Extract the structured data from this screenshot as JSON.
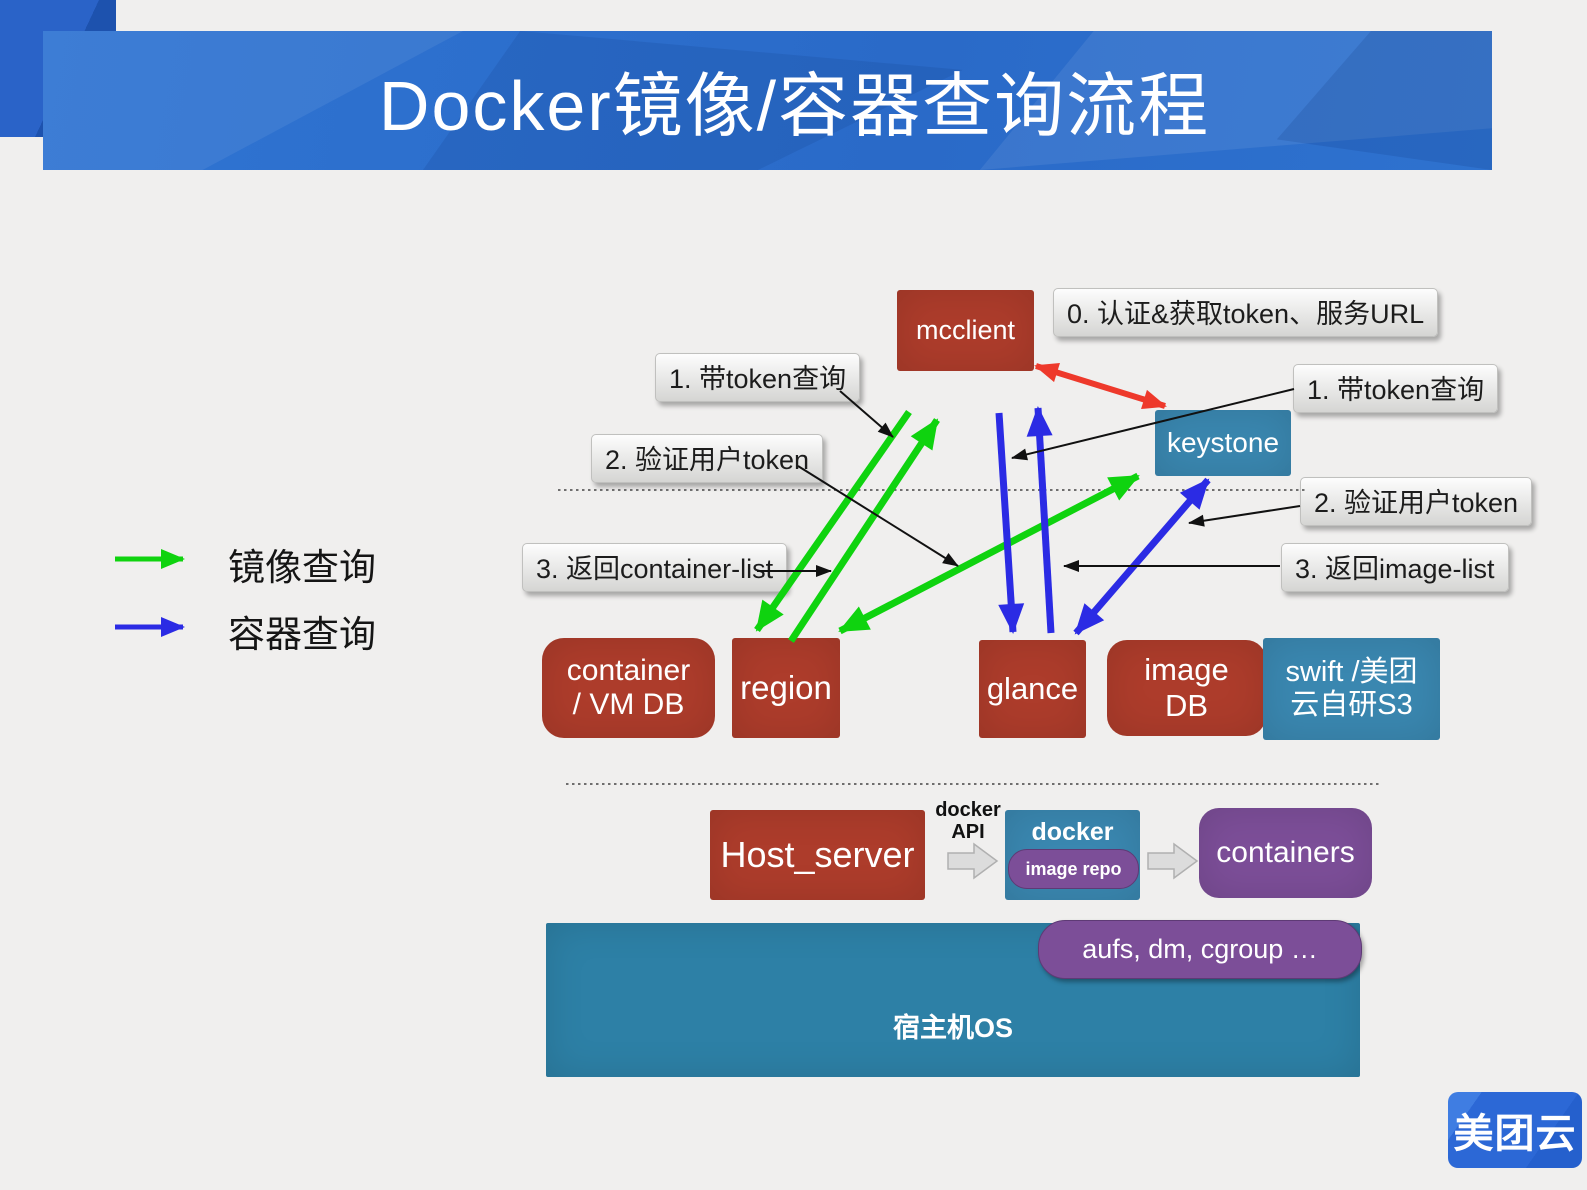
{
  "title": "Docker镜像/容器查询流程",
  "legend": {
    "image_query": "镜像查询",
    "container_query": "容器查询"
  },
  "labels": {
    "auth": "0. 认证&获取token、服务URL",
    "token_query_left": "1. 带token查询",
    "token_query_right": "1. 带token查询",
    "verify_token_left": "2. 验证用户token",
    "verify_token_right": "2. 验证用户token",
    "return_container_list": "3. 返回container-list",
    "return_image_list": "3. 返回image-list"
  },
  "nodes": {
    "mcclient": "mcclient",
    "keystone": "keystone",
    "container_db_line1": "container",
    "container_db_line2": "/ VM DB",
    "region": "region",
    "glance": "glance",
    "image_db_line1": "image",
    "image_db_line2": "DB",
    "swift_line1": "swift /美团",
    "swift_line2": "云自研S3"
  },
  "host": {
    "host_server": "Host_server",
    "docker_api_line1": "docker",
    "docker_api_line2": "API",
    "docker": "docker",
    "image_repo": "image repo",
    "containers": "containers",
    "aufs": "aufs, dm, cgroup …",
    "os": "宿主机OS"
  },
  "logo": "美团云",
  "colors": {
    "banner_blue": "#2a6ac8",
    "node_red": "#ad3c2b",
    "node_blue": "#3a87b0",
    "node_purple": "#7c4e98",
    "os_teal": "#2d80a6",
    "arrow_green": "#0fd30f",
    "arrow_blue": "#2b2be4",
    "arrow_red": "#ee392b",
    "logo_blue": "#2c68d6"
  },
  "flows": [
    {
      "from": "mcclient",
      "to": "keystone",
      "color": "red",
      "meaning": "认证&获取token、服务URL",
      "bidirectional": true
    },
    {
      "from": "mcclient",
      "to": "region",
      "color": "green",
      "meaning": "带token查询 / 返回container-list",
      "bidirectional": true
    },
    {
      "from": "region",
      "to": "keystone",
      "color": "green",
      "meaning": "验证用户token",
      "bidirectional": true
    },
    {
      "from": "mcclient",
      "to": "glance",
      "color": "blue",
      "meaning": "带token查询 / 返回image-list",
      "bidirectional": true
    },
    {
      "from": "glance",
      "to": "keystone",
      "color": "blue",
      "meaning": "验证用户token",
      "bidirectional": true
    },
    {
      "from": "Host_server",
      "to": "docker",
      "via": "docker API",
      "color": "gray"
    },
    {
      "from": "docker",
      "to": "containers",
      "color": "gray"
    }
  ]
}
